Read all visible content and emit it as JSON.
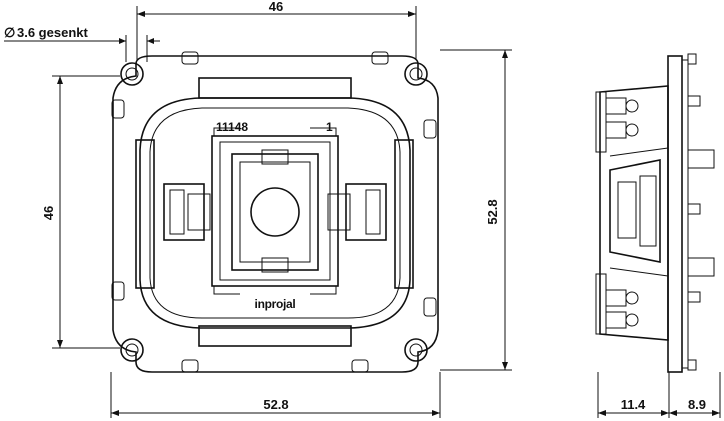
{
  "dimensions": {
    "top_width": "46",
    "hole_label": "3.6 gesenkt",
    "hole_symbol": "∅",
    "left_height": "46",
    "right_height": "52.8",
    "bottom_width": "52.8",
    "depth_1": "11.4",
    "depth_2": "8.9"
  },
  "labels": {
    "part_number": "11148",
    "variant": "1",
    "brand": "inprojal"
  }
}
